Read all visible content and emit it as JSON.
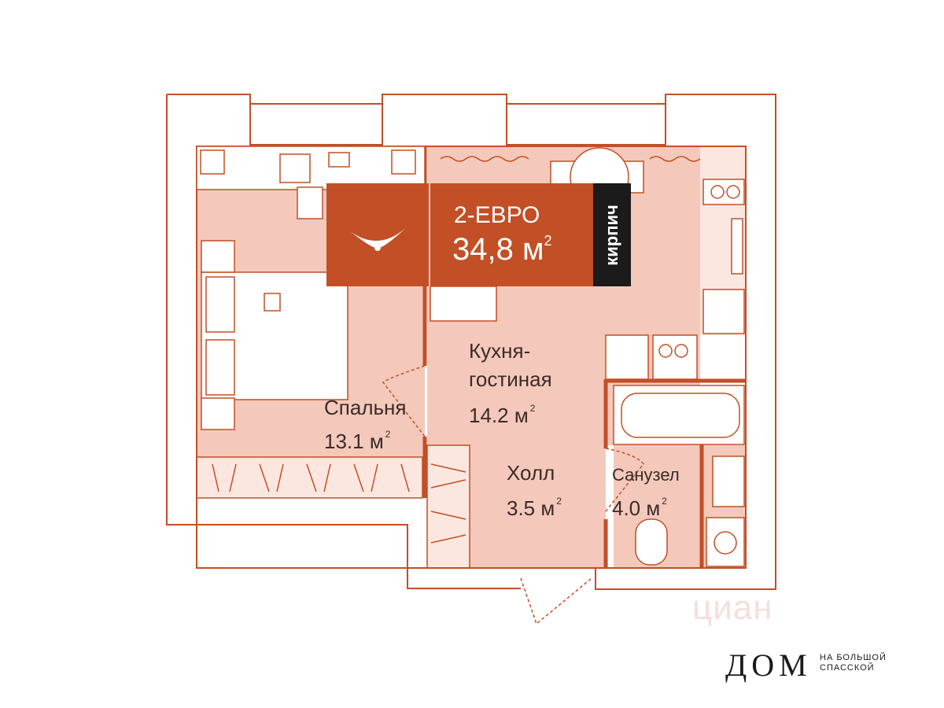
{
  "badge": {
    "type": "2-ЕВРО",
    "area_value": "34,8 м",
    "area_unit_sup": "2",
    "material": "кирпич"
  },
  "rooms": {
    "kitchen": {
      "label_line1": "Кухня-",
      "label_line2": "гостиная",
      "area": "14.2 м",
      "sup": "2"
    },
    "bedroom": {
      "label": "Спальня",
      "area": "13.1 м",
      "sup": "2"
    },
    "hall": {
      "label": "Холл",
      "area": "3.5 м",
      "sup": "2"
    },
    "bathroom": {
      "label": "Санузел",
      "area": "4.0 м",
      "sup": "2"
    }
  },
  "logo": {
    "main": "ДОМ",
    "sub_line1": "НА БОЛЬШОЙ",
    "sub_line2": "СПАССКОЙ"
  },
  "watermark": "циан",
  "colors": {
    "wall": "#c24f25",
    "room_fill": "#f4c9bb",
    "badge": "#c24f25",
    "badge_dark": "#1b1b1b",
    "text": "#3b2b28"
  }
}
